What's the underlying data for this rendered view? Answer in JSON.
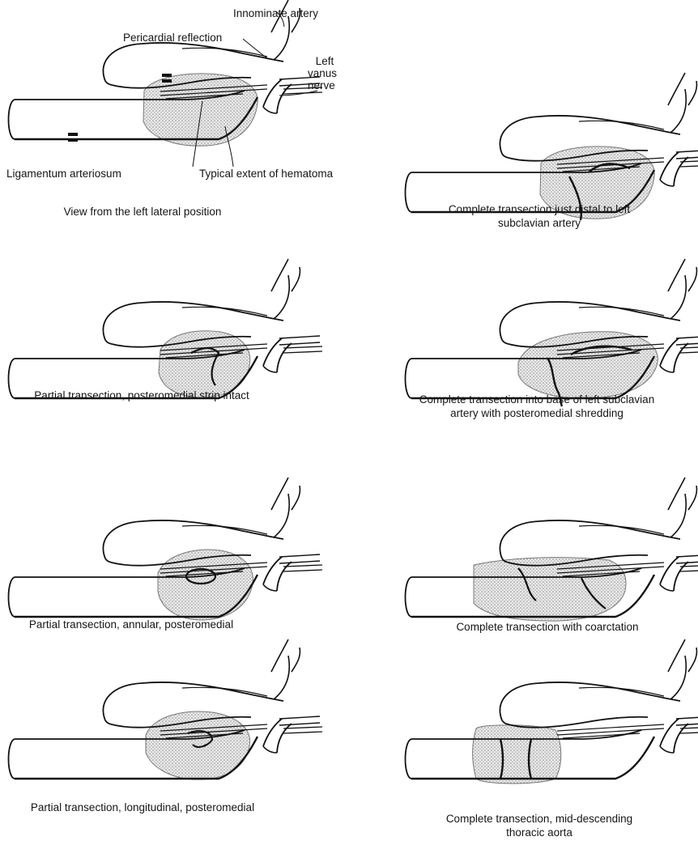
{
  "labels": {
    "innominate_artery": "Innominate artery",
    "pericardial_reflection": "Pericardial reflection",
    "left_vagus_nerve": [
      "Left",
      "vanus",
      "nerve"
    ],
    "ligamentum_arteriosum": "Ligamentum arteriosum",
    "hematoma_extent": "Typical extent of hematoma"
  },
  "panels": [
    {
      "caption": [
        "View from the left lateral position"
      ]
    },
    {
      "caption": [
        "Complete transection just distal to left",
        "subclavian artery"
      ]
    },
    {
      "caption": [
        "Partial transection, posteromedial strip intact"
      ]
    },
    {
      "caption": [
        "Complete transection into base of left subclavian",
        "artery with posteromedial shredding"
      ]
    },
    {
      "caption": [
        "Partial transection, annular, posteromedial"
      ]
    },
    {
      "caption": [
        "Complete transection with coarctation"
      ]
    },
    {
      "caption": [
        "Partial transection, longitudinal, posteromedial"
      ]
    },
    {
      "caption": [
        "Complete transection, mid-descending",
        "thoracic aorta"
      ]
    }
  ],
  "colors": {
    "line": "#111111",
    "hematoma": "#d8d8d8"
  }
}
